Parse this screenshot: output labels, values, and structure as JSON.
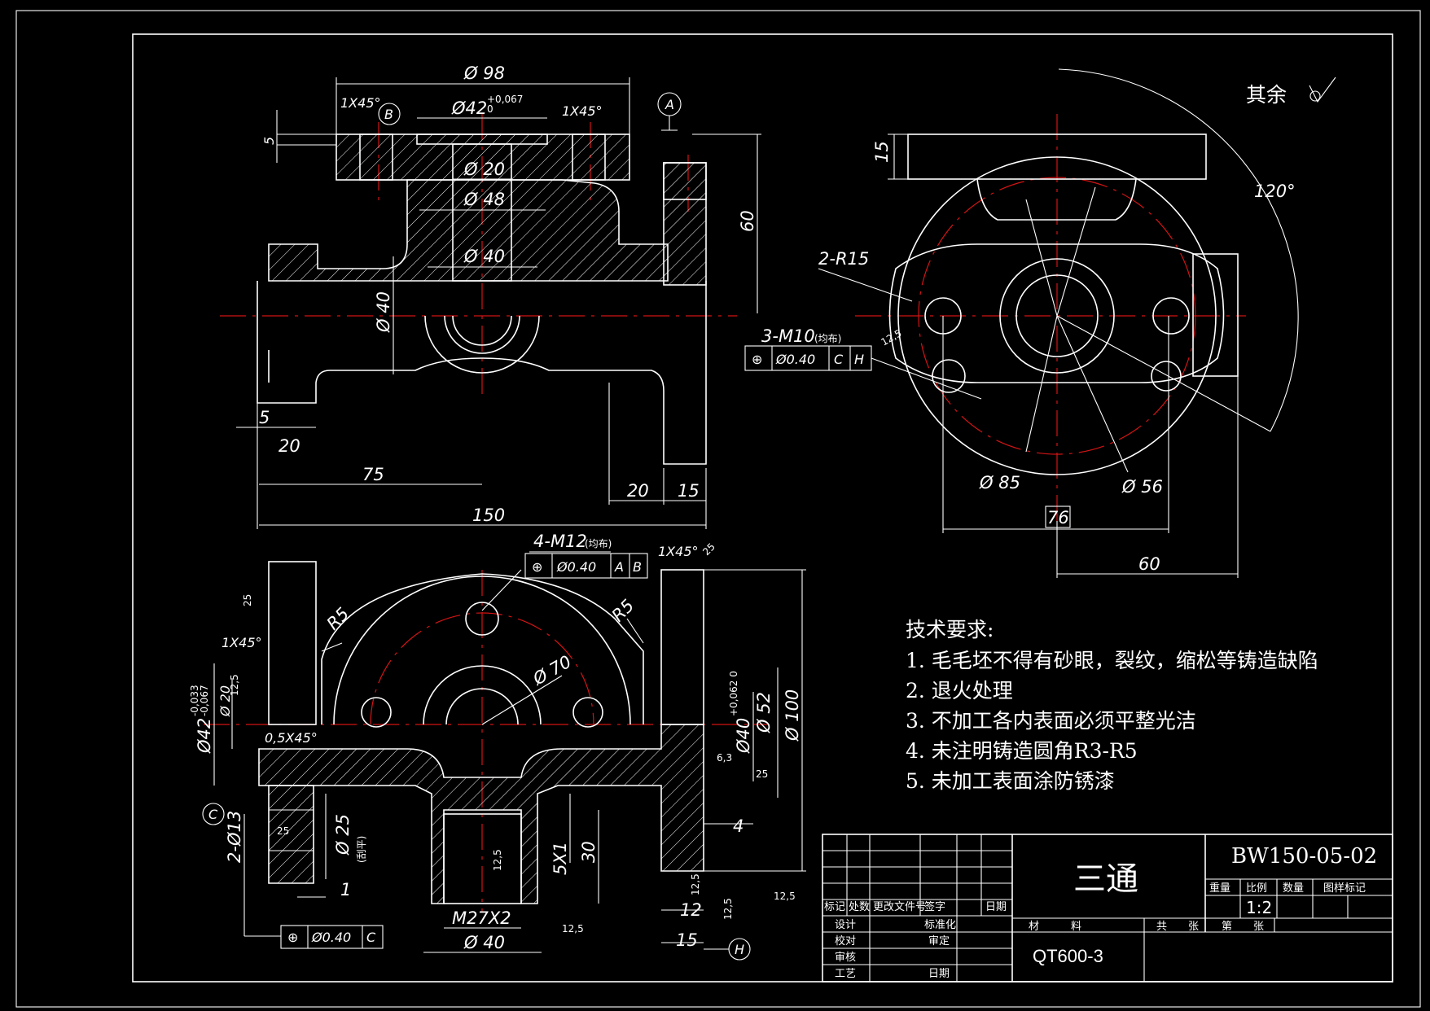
{
  "drawing": {
    "finish_note": "其余",
    "tech_requirements": {
      "title": "技术要求:",
      "items": [
        "1. 毛毛坯不得有砂眼，裂纹，缩松等铸造缺陷",
        "2. 退火处理",
        "3. 不加工各内表面必须平整光洁",
        "4. 未注明铸造圆角R3-R5",
        "5. 未加工表面涂防锈漆"
      ]
    },
    "front_view": {
      "datum_a": "A",
      "datum_b": "B",
      "dims": {
        "d98": "Ø 98",
        "d42": "Ø42",
        "d42_tol_upper": "+0,067",
        "d42_tol_lower": "0",
        "chamfer_left": "1X45°",
        "chamfer_right": "1X45°",
        "d20": "Ø 20",
        "d48": "Ø 48",
        "d40_top": "Ø 40",
        "d40_side": "Ø 40",
        "five_top": "5",
        "sixty": "60",
        "five_left": "5",
        "twenty_left": "20",
        "seventy_five": "75",
        "one_fifty": "150",
        "twenty_right": "20",
        "fifteen_right": "15"
      },
      "thread_note": "3-M10",
      "thread_note_sub": "(均布)",
      "tolerance_frame": [
        "⊕",
        "Ø0.40",
        "C",
        "H"
      ],
      "roughness": "12,5"
    },
    "side_view": {
      "dims": {
        "fifteen": "15",
        "r15": "2-R15",
        "angle": "120°",
        "d85": "Ø 85",
        "d56": "Ø 56",
        "basic_76": "76",
        "sixty": "60"
      }
    },
    "section_view": {
      "thread_note": "4-M12",
      "thread_note_sub": "(均布)",
      "tolerance_frame": [
        "⊕",
        "Ø0.40",
        "A",
        "B"
      ],
      "datum_c": "C",
      "datum_h": "H",
      "dims": {
        "chamfer_top": "1X45°",
        "rough_25_top": "25",
        "rough_25_left": "25",
        "chamfer_left": "1X45°",
        "rough_125_left": "12,5",
        "d42_tol_upper": "-0,033",
        "d42_tol_lower": "-0,067",
        "d42": "Ø42",
        "d20": "Ø 20",
        "chamfer_small": "0,5X45°",
        "r5_left": "R5",
        "r5_right": "R5",
        "d70": "Ø 70",
        "d40_tol": "+0,062 0",
        "d40": "Ø40",
        "d52": "Ø 52",
        "d100": "Ø 100",
        "rough_63": "6,3",
        "rough_25_right": "25",
        "four": "4",
        "d13": "2-Ø13",
        "rough_25_inner": "25",
        "d25": "Ø 25",
        "d25_note": "(刮平)",
        "one": "1",
        "rough_125_thread": "12,5",
        "thread_5x1": "5X1",
        "thirty": "30",
        "m27": "M27X2",
        "d40_bottom": "Ø 40",
        "rough_125_bottom": "12,5",
        "rough_125_a": "12,5",
        "twelve": "12",
        "rough_125_b": "12,5",
        "fifteen": "15",
        "rough_125_c": "12,5"
      },
      "tolerance_frame_c": [
        "⊕",
        "Ø0.40",
        "C"
      ]
    },
    "title_block": {
      "part_name": "三通",
      "drawing_no": "BW150-05-02",
      "headers": [
        "重量",
        "比例",
        "数量",
        "图样标记"
      ],
      "scale": "1:2",
      "rev_headers": [
        "标记",
        "处数",
        "更改文件号",
        "签字",
        "日期"
      ],
      "roles": [
        "设计",
        "校对",
        "审核",
        "工艺"
      ],
      "role_labels": [
        "标准化",
        "审定",
        "日期"
      ],
      "material_label": "材　　　料",
      "sheets_total": "共　　张",
      "sheet_no": "第　　张",
      "material": "QT600-3"
    }
  }
}
